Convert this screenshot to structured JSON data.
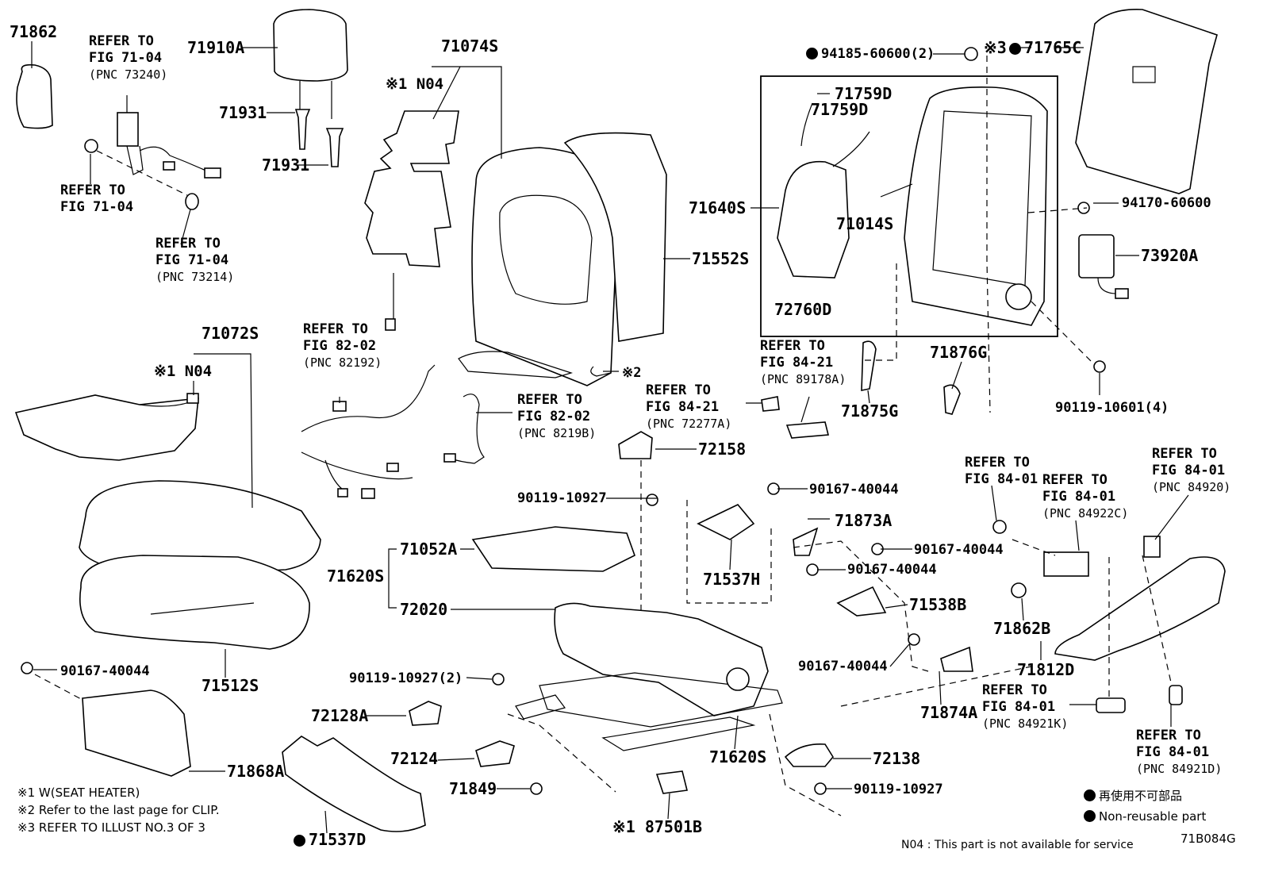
{
  "diagram": {
    "code": "71B084G",
    "labels": {
      "p71862": "71862",
      "p71910A": "71910A",
      "p71931a": "71931",
      "p71931b": "71931",
      "p71074S": "71074S",
      "n04_top": "※1 N04",
      "p94185": "94185-60600(2)",
      "p71765C": "71765C",
      "note3_ref": "※3",
      "p71759D_a": "71759D",
      "p71759D_b": "71759D",
      "p71640S": "71640S",
      "p71014S": "71014S",
      "p72760D": "72760D",
      "p71552S": "71552S",
      "p94170": "94170-60600",
      "p73920A": "73920A",
      "p71072S": "71072S",
      "n04_left": "※1 N04",
      "clip2": "※2",
      "p71876G": "71876G",
      "p71875G": "71875G",
      "p90119_10601": "90119-10601(4)",
      "p72158": "72158",
      "p90119_10927a": "90119-10927",
      "p90167_a": "90167-40044",
      "p71873A": "71873A",
      "p71052A": "71052A",
      "p71620S_a": "71620S",
      "p72020": "72020",
      "p90167_b": "90167-40044",
      "p90167_c": "90167-40044",
      "p71537H": "71537H",
      "p71538B": "71538B",
      "p71862B": "71862B",
      "p71812D": "71812D",
      "p90167_d": "90167-40044",
      "p90167_e": "90167-40044",
      "p71512S": "71512S",
      "p90119_10927b": "90119-10927(2)",
      "p71874A": "71874A",
      "p72128A": "72128A",
      "p72124": "72124",
      "p71620S_b": "71620S",
      "p72138": "72138",
      "p71868A": "71868A",
      "p71849": "71849",
      "p90119_10927c": "90119-10927",
      "p87501B": "※1 87501B",
      "p71537D": "71537D"
    },
    "refs": {
      "r1": {
        "l1": "REFER TO",
        "l2": "FIG 71-04",
        "pnc": "(PNC 73240)"
      },
      "r2": {
        "l1": "REFER TO",
        "l2": "FIG 71-04"
      },
      "r3": {
        "l1": "REFER TO",
        "l2": "FIG 71-04",
        "pnc": "(PNC 73214)"
      },
      "r4": {
        "l1": "REFER TO",
        "l2": "FIG 82-02",
        "pnc": "(PNC 82192)"
      },
      "r5": {
        "l1": "REFER TO",
        "l2": "FIG 82-02",
        "pnc": "(PNC 8219B)"
      },
      "r6": {
        "l1": "REFER TO",
        "l2": "FIG 84-21",
        "pnc": "(PNC 89178A)"
      },
      "r7": {
        "l1": "REFER TO",
        "l2": "FIG 84-21",
        "pnc": "(PNC 72277A)"
      },
      "r8": {
        "l1": "REFER TO",
        "l2": "FIG 84-01"
      },
      "r9": {
        "l1": "REFER TO",
        "l2": "FIG 84-01",
        "pnc": "(PNC 84922C)"
      },
      "r10": {
        "l1": "REFER TO",
        "l2": "FIG 84-01",
        "pnc": "(PNC 84920)"
      },
      "r11": {
        "l1": "REFER TO",
        "l2": "FIG 84-01",
        "pnc": "(PNC 84921K)"
      },
      "r12": {
        "l1": "REFER TO",
        "l2": "FIG 84-01",
        "pnc": "(PNC 84921D)"
      }
    },
    "notes": {
      "n1": "※1 W(SEAT HEATER)",
      "n2": "※2 Refer to the last page for CLIP.",
      "n3": "※3 REFER TO ILLUST NO.3 OF 3"
    },
    "legend": {
      "jp": "再使用不可部品",
      "en": "Non-reusable part",
      "n04": "N04 : This part is not available for service"
    }
  }
}
